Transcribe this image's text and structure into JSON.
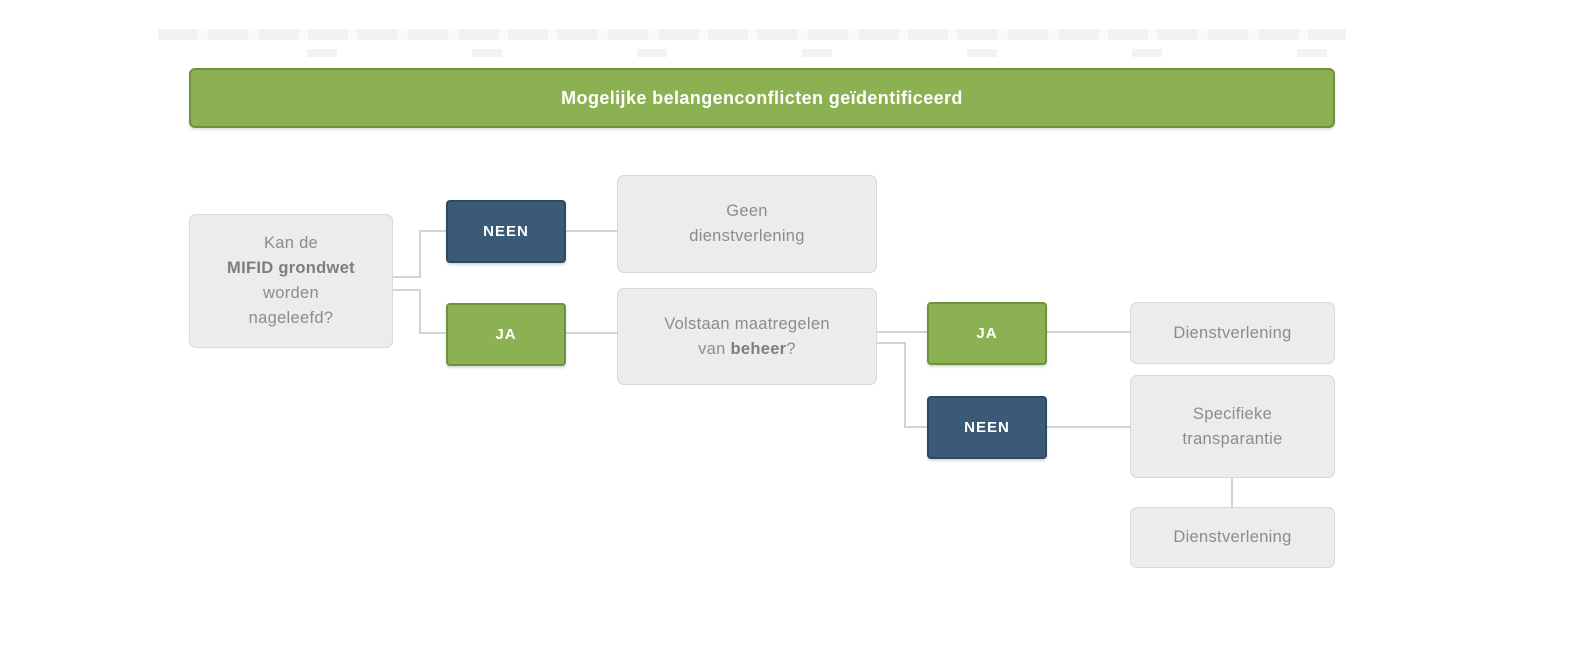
{
  "header": {
    "title": "Mogelijke belangenconflicten geïdentificeerd"
  },
  "colors": {
    "green": "#8cb152",
    "green_border": "#6e9140",
    "blue": "#3a5a78",
    "blue_border": "#2c4a63",
    "gray_fill": "#ececec",
    "gray_border": "#d8d8d8",
    "gray_text": "#8c8c8c",
    "connector": "#d4d4d4",
    "header_text": "#ffffff"
  },
  "nodes": {
    "question1": {
      "line1": "Kan de",
      "line2_bold": "MIFID grondwet",
      "line3": "worden",
      "line4": "nageleefd?"
    },
    "neen1": {
      "label": "NEEN"
    },
    "ja1": {
      "label": "JA"
    },
    "geen_dienstverlening": {
      "line1": "Geen",
      "line2": "dienstverlening"
    },
    "question2": {
      "line1": "Volstaan maatregelen",
      "line2_prefix": "van ",
      "line2_bold": "beheer",
      "line2_suffix": "?"
    },
    "ja2": {
      "label": "JA"
    },
    "neen2": {
      "label": "NEEN"
    },
    "dienstverlening_top": {
      "label": "Dienstverlening"
    },
    "specifieke_transparantie": {
      "line1": "Specifieke",
      "line2": "transparantie"
    },
    "dienstverlening_bottom": {
      "label": "Dienstverlening"
    }
  }
}
